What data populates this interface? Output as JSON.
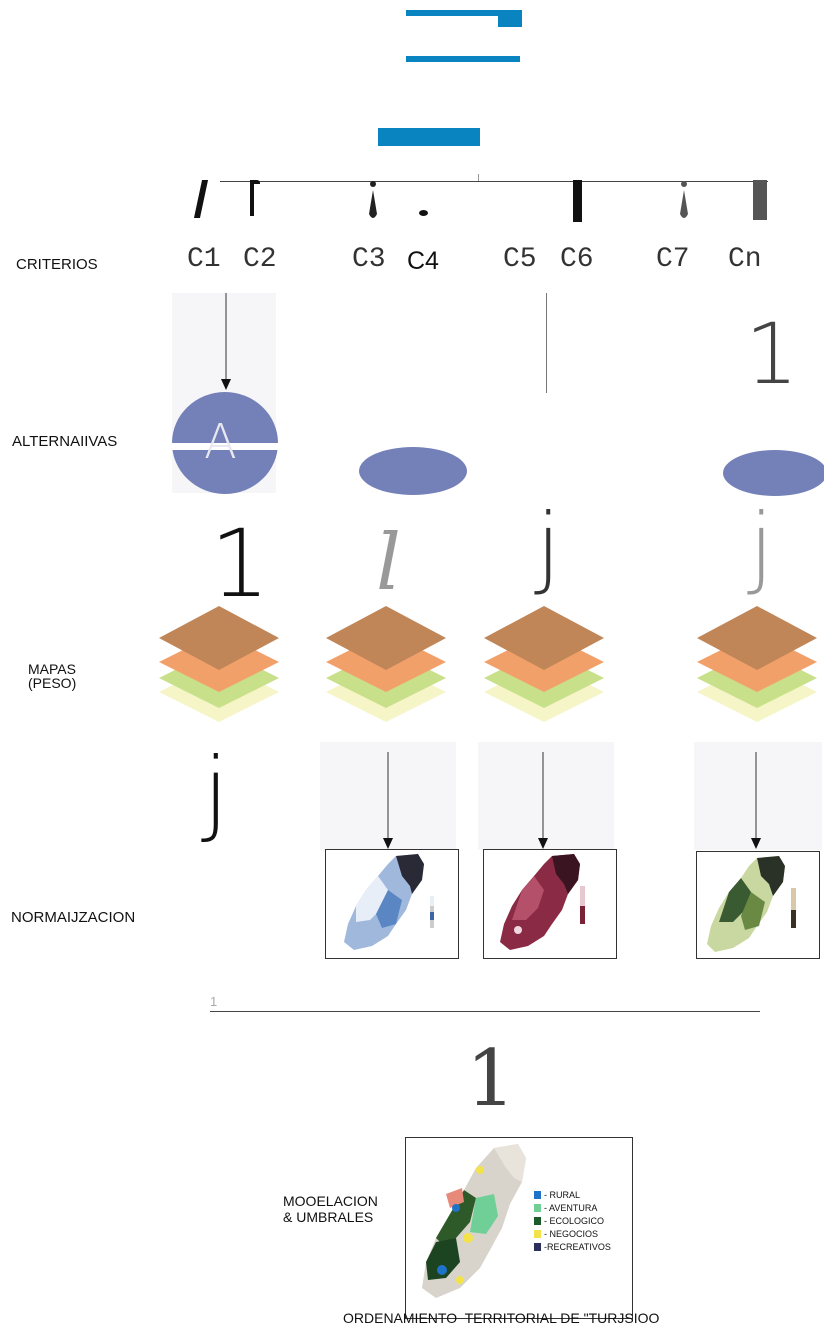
{
  "row_labels": {
    "criterios": "CRITERIOS",
    "alternativas": "ALTERNAIIVAS",
    "mapas_line1": "MAPAS",
    "mapas_line2": "(PESO)",
    "normalizacion": "NORMAIJZACION",
    "modelacion_line1": "MOOELACION",
    "modelacion_line2": "& UMBRALES"
  },
  "criteria": [
    "C1",
    "C2",
    "C3",
    "C4",
    "C5",
    "C6",
    "C7",
    "Cn"
  ],
  "alternative_letter": "A",
  "connector_glyphs": {
    "col1": "1",
    "col2": "l",
    "col3": "j",
    "col4": "j",
    "norm_col1": "j",
    "cn_top": "1",
    "merge_small": "1",
    "merge_big": "1"
  },
  "legend": {
    "items": [
      {
        "label": "- RURAL",
        "color": "#1e73c8"
      },
      {
        "label": "- AVENTURA",
        "color": "#6fcf97"
      },
      {
        "label": "- ECOLOGICO",
        "color": "#1d5a2a"
      },
      {
        "label": "- NEGOCIOS",
        "color": "#f2e34a"
      },
      {
        "label": "-RECREATIVOS",
        "color": "#2c2f5a"
      }
    ]
  },
  "caption": "ORDENAMIENTO  TERRITORIAL DE \"TURJSIOO",
  "colors": {
    "accent_blue": "#0a84c0",
    "alternative_fill": "#7480b8",
    "layer_top": "#c08658",
    "layer_orange": "#f2a06a",
    "layer_green": "#c8e08a",
    "layer_cream": "#f6f5c8"
  }
}
